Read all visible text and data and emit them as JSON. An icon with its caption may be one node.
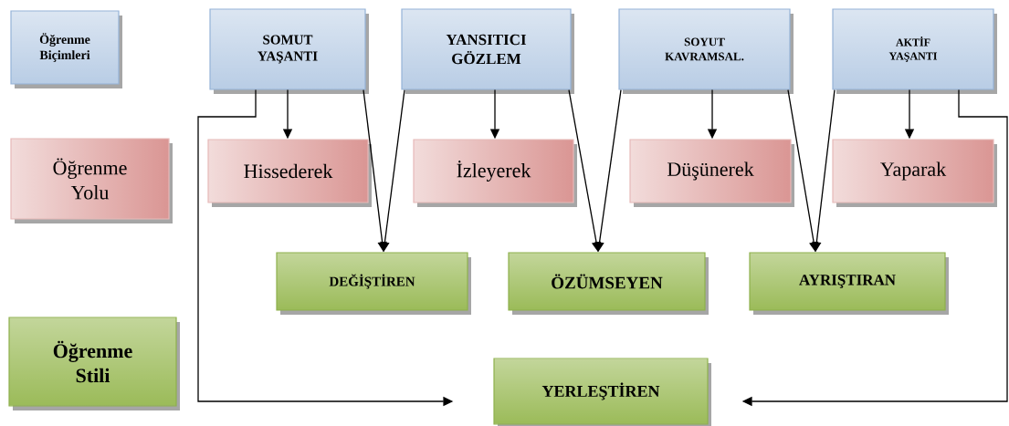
{
  "diagram": {
    "nodes": [
      {
        "text": [
          "Öğrenme Biçimleri"
        ]
      },
      {
        "text": [
          "SOMUT YAŞANTI"
        ]
      },
      {
        "text": [
          "YANSITICI GÖZLEM"
        ]
      },
      {
        "text": [
          "SOYUT KAVRAMSAL."
        ]
      },
      {
        "text": [
          "AKTİF YAŞANTI"
        ]
      },
      {
        "text": [
          "Öğrenme Yolu"
        ]
      },
      {
        "text": [
          "Hissederek"
        ]
      },
      {
        "text": [
          "İzleyerek"
        ]
      },
      {
        "text": [
          "Düşünerek"
        ]
      },
      {
        "text": [
          "Yaparak"
        ]
      },
      {
        "text": [
          "Öğrenme Stili"
        ]
      },
      {
        "text": [
          "DEĞİŞTİREN"
        ]
      },
      {
        "text": [
          "ÖZÜMSEYEN"
        ]
      },
      {
        "text": [
          "AYRIŞTIRAN"
        ]
      },
      {
        "text": [
          "YERLEŞTİREN"
        ]
      }
    ],
    "edges": [
      {
        "from": 1,
        "to": 6,
        "arrow": "to"
      },
      {
        "from": 2,
        "to": 7,
        "arrow": "to"
      },
      {
        "from": 3,
        "to": 8,
        "arrow": "to"
      },
      {
        "from": 4,
        "to": 9,
        "arrow": "to"
      },
      {
        "from": 1,
        "to": 11,
        "arrow": "to"
      },
      {
        "from": 2,
        "to": 11,
        "arrow": "to"
      },
      {
        "from": 2,
        "to": 12,
        "arrow": "to"
      },
      {
        "from": 3,
        "to": 12,
        "arrow": "to"
      },
      {
        "from": 3,
        "to": 13,
        "arrow": "to"
      },
      {
        "from": 4,
        "to": 13,
        "arrow": "to"
      },
      {
        "from": 1,
        "to": 14,
        "arrow": "to"
      },
      {
        "from": 4,
        "to": 14,
        "arrow": "to"
      }
    ]
  }
}
